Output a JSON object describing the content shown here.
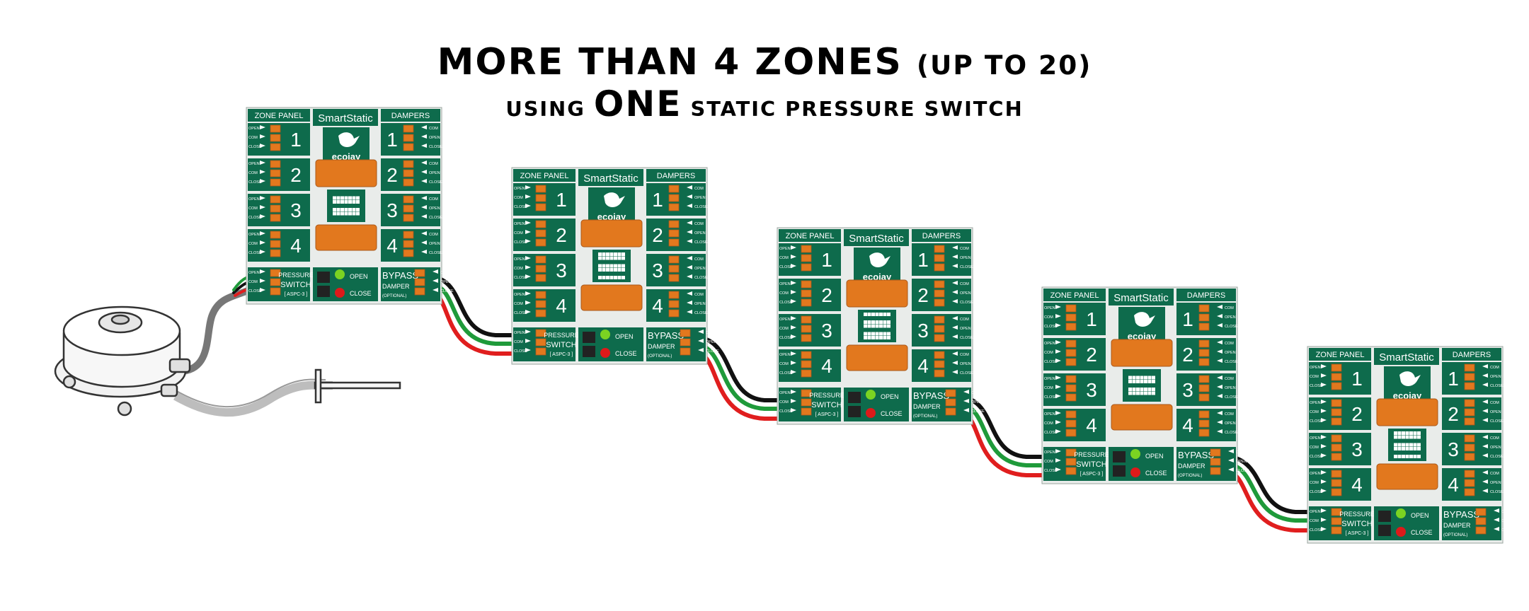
{
  "title": {
    "line1_main": "MORE THAN 4 ZONES ",
    "line1_paren": "(UP TO 20)",
    "line2_a": "USING ",
    "line2_b": "ONE",
    "line2_c": " STATIC PRESSURE SWITCH"
  },
  "board": {
    "zone_panel": "ZONE PANEL",
    "brand": "SmartStatic",
    "dampers": "DAMPERS",
    "logo": "ecojay",
    "zones": [
      "1",
      "2",
      "3",
      "4"
    ],
    "left_terms": [
      "OPEN",
      "COM",
      "CLOSE"
    ],
    "right_terms": [
      "COM",
      "OPEN",
      "CLOSE"
    ],
    "pressure_switch": [
      "PRESSURE",
      "SWITCH",
      "[ ASPC-3 ]"
    ],
    "led_open": "OPEN",
    "led_close": "CLOSE",
    "bypass": [
      "BYPASS",
      "DAMPER",
      "(OPTIONAL)"
    ]
  },
  "colors": {
    "board_green": "#0e6b4c",
    "board_bg": "#e9ecea",
    "terminal_orange": "#e2781e",
    "wire_black": "#111111",
    "wire_green": "#1f9a3a",
    "wire_red": "#e01e1e",
    "led_green": "#7bd322",
    "led_red": "#dd1a1a"
  },
  "board_count": 5
}
